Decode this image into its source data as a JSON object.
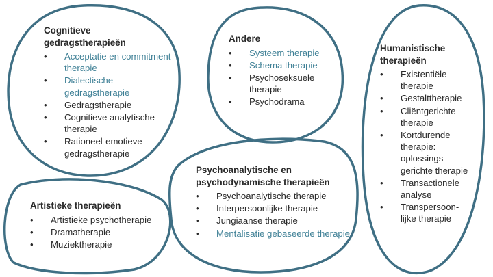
{
  "colors": {
    "outline": "#3f6f84",
    "highlight": "#3f8096",
    "text": "#2a2a2a"
  },
  "groups": [
    {
      "id": "cognitive",
      "title": "Cognitieve gedragstherapieën",
      "items": [
        {
          "label": "Acceptatie en commitment therapie",
          "highlight": true
        },
        {
          "label": "Dialectische gedragstherapie",
          "highlight": true
        },
        {
          "label": "Gedragstherapie",
          "highlight": false
        },
        {
          "label": "Cognitieve analytische therapie",
          "highlight": false
        },
        {
          "label": "Rationeel-emotieve gedragstherapie",
          "highlight": false
        }
      ]
    },
    {
      "id": "artistic",
      "title": "Artistieke therapieën",
      "items": [
        {
          "label": "Artistieke psychotherapie",
          "highlight": false
        },
        {
          "label": "Dramatherapie",
          "highlight": false
        },
        {
          "label": "Muziektherapie",
          "highlight": false
        }
      ]
    },
    {
      "id": "other",
      "title": "Andere",
      "items": [
        {
          "label": "Systeem therapie",
          "highlight": true
        },
        {
          "label": "Schema therapie",
          "highlight": true
        },
        {
          "label": "Psychoseksuele therapie",
          "highlight": false
        },
        {
          "label": "Psychodrama",
          "highlight": false
        }
      ]
    },
    {
      "id": "psychoanalytic",
      "title": "Psychoanalytische en psychodynamische therapieën",
      "items": [
        {
          "label": "Psychoanalytische therapie",
          "highlight": false
        },
        {
          "label": "Interpersoonlijke therapie",
          "highlight": false
        },
        {
          "label": "Jungiaanse therapie",
          "highlight": false
        },
        {
          "label": "Mentalisatie gebaseerde therapie",
          "highlight": true
        }
      ]
    },
    {
      "id": "humanistic",
      "title": "Humanistische therapieën",
      "items": [
        {
          "label": "Existentiële therapie",
          "highlight": false
        },
        {
          "label": "Gestalttherapie",
          "highlight": false
        },
        {
          "label": "Cliëntgerichte therapie",
          "highlight": false
        },
        {
          "label": "Kortdurende therapie: oplossings-gerichte therapie",
          "highlight": false
        },
        {
          "label": "Transactionele analyse",
          "highlight": false
        },
        {
          "label": "Transpersoon-lijke therapie",
          "highlight": false
        }
      ]
    }
  ]
}
